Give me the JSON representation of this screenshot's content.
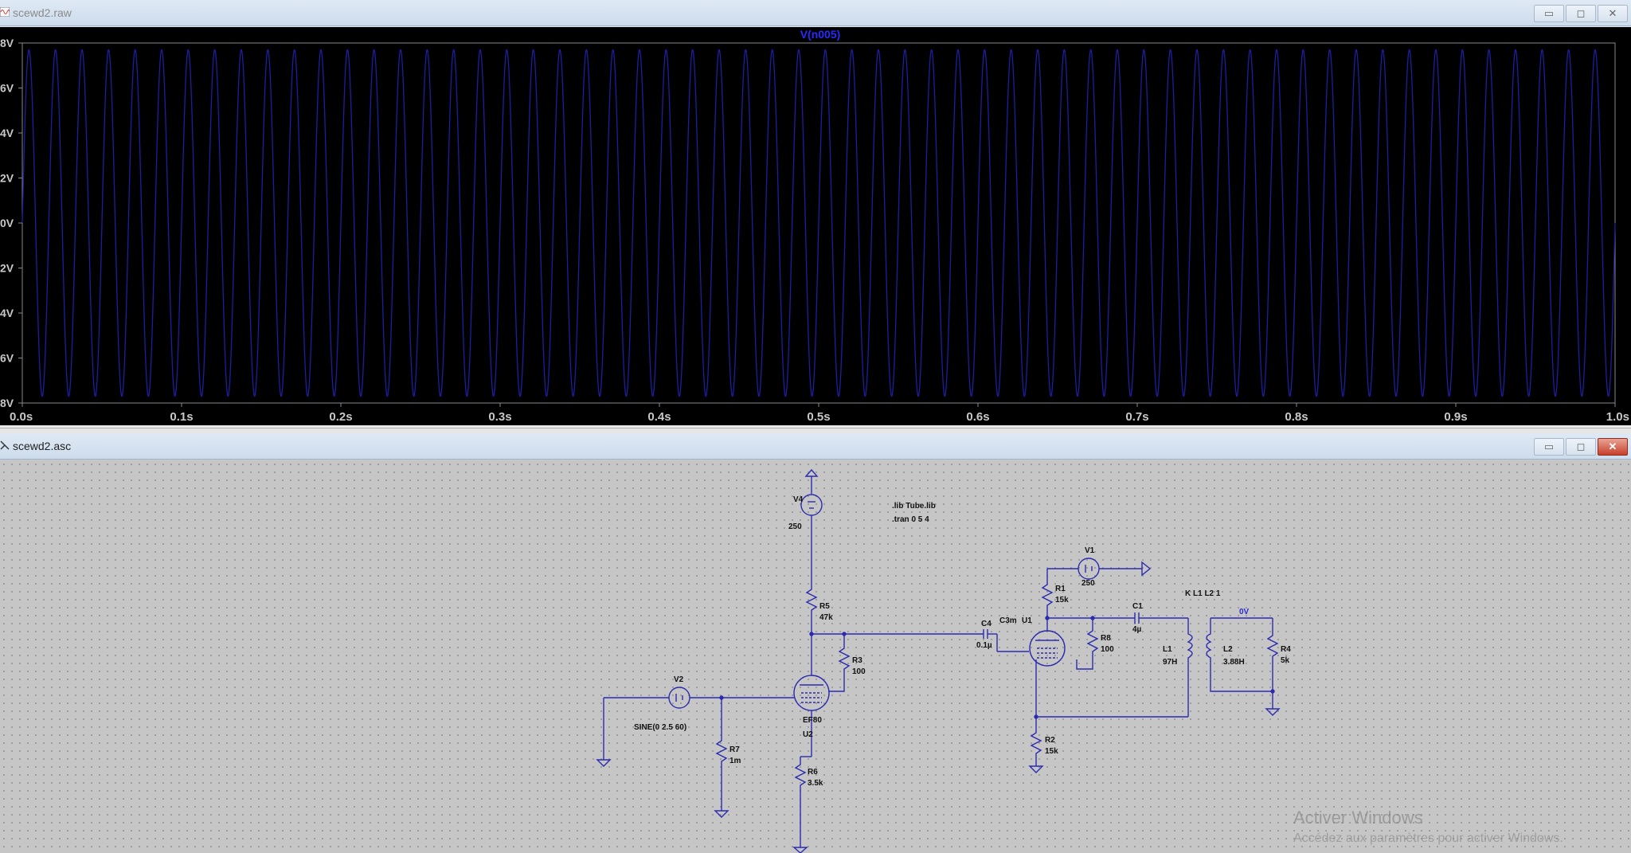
{
  "plot_window": {
    "title": "scewd2.raw",
    "trace_label": "V(n005)",
    "y_ticks": [
      "8V",
      "6V",
      "4V",
      "2V",
      "0V",
      "2V",
      "4V",
      "6V",
      "8V"
    ],
    "x_ticks": [
      "0.0s",
      "0.1s",
      "0.2s",
      "0.3s",
      "0.4s",
      "0.5s",
      "0.6s",
      "0.7s",
      "0.8s",
      "0.9s",
      "1.0s"
    ],
    "minimize": "▭",
    "restore": "◻",
    "close": "✕"
  },
  "chart_data": {
    "type": "line",
    "title": "V(n005)",
    "xlabel": "",
    "ylabel": "",
    "xlim": [
      0,
      1.0
    ],
    "ylim": [
      -8,
      8
    ],
    "series": [
      {
        "name": "V(n005)",
        "waveform": "sine",
        "frequency_hz": 60,
        "amplitude_v": 7.7,
        "offset_v": 0
      }
    ],
    "background": "#000000",
    "trace_color": "#1e1ea0",
    "grid": false
  },
  "schematic_window": {
    "title": "scewd2.asc",
    "minimize": "▭",
    "restore": "◻",
    "close": "✕",
    "directives": [
      ".lib Tube.lib",
      ".tran 0 5 4"
    ],
    "coupling": "K L1 L2 1",
    "components": {
      "V4": {
        "name": "V4",
        "value": "250"
      },
      "V1": {
        "name": "V1",
        "value": "250"
      },
      "V2": {
        "name": "V2",
        "value": "SINE(0 2.5 60)"
      },
      "R5": {
        "name": "R5",
        "value": "47k"
      },
      "R3": {
        "name": "R3",
        "value": "100"
      },
      "R7": {
        "name": "R7",
        "value": "1m"
      },
      "R6": {
        "name": "R6",
        "value": "3.5k"
      },
      "R1": {
        "name": "R1",
        "value": "15k"
      },
      "R8": {
        "name": "R8",
        "value": "100"
      },
      "R2": {
        "name": "R2",
        "value": "15k"
      },
      "R4": {
        "name": "R4",
        "value": "5k"
      },
      "C4": {
        "name": "C4",
        "value": "0.1µ"
      },
      "C1": {
        "name": "C1",
        "value": "4µ"
      },
      "L1": {
        "name": "L1",
        "value": "97H"
      },
      "L2": {
        "name": "L2",
        "value": "3.88H"
      },
      "U2": {
        "name": "U2",
        "value": "EF80"
      },
      "U1": {
        "name": "U1",
        "value": "C3m"
      }
    },
    "net_label": "0V"
  },
  "watermark": {
    "line1": "Activer Windows",
    "line2": "Accédez aux paramètres pour activer Windows."
  }
}
